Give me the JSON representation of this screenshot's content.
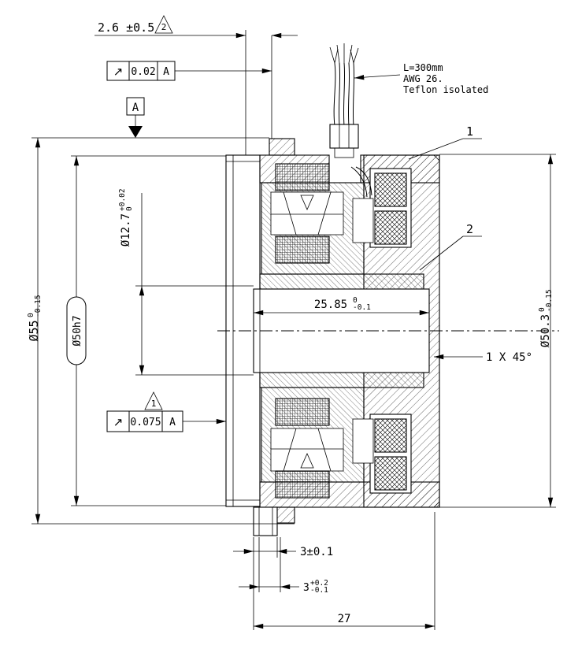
{
  "drawing": {
    "dimensions": {
      "width_top": {
        "value": "2.6 ±0.5",
        "flag": "2"
      },
      "outer_dia": {
        "value": "Ø55",
        "tol_upper": "0",
        "tol_lower": "-0.15"
      },
      "flange_dia": {
        "value": "Ø50h7"
      },
      "bore_dia": {
        "value": "Ø12.7",
        "tol_upper": "+0.02",
        "tol_lower": "0"
      },
      "hub_length": {
        "value": "25.85",
        "tol_upper": "0",
        "tol_lower": "-0.1"
      },
      "housing_dia": {
        "value": "Ø50.3",
        "tol_upper": "0",
        "tol_lower": "-0.15"
      },
      "chamfer": {
        "value": "1 X 45°"
      },
      "spigot_depth": {
        "value": "3±0.1"
      },
      "spigot_step": {
        "value": "3",
        "tol_upper": "+0.2",
        "tol_lower": "-0.1"
      },
      "overall_length": {
        "value": "27"
      }
    },
    "gdt": {
      "fcf_top": {
        "symbol": "↗",
        "tolerance": "0.02",
        "datum": "A"
      },
      "fcf_bottom": {
        "symbol": "↗",
        "tolerance": "0.075",
        "datum": "A",
        "flag": "1"
      },
      "datum_label": "A"
    },
    "notes": {
      "wire_line1": "L=300mm",
      "wire_line2": "AWG 26.",
      "wire_line3": "Teflon isolated"
    },
    "balloons": {
      "item1": "1",
      "item2": "2"
    }
  }
}
